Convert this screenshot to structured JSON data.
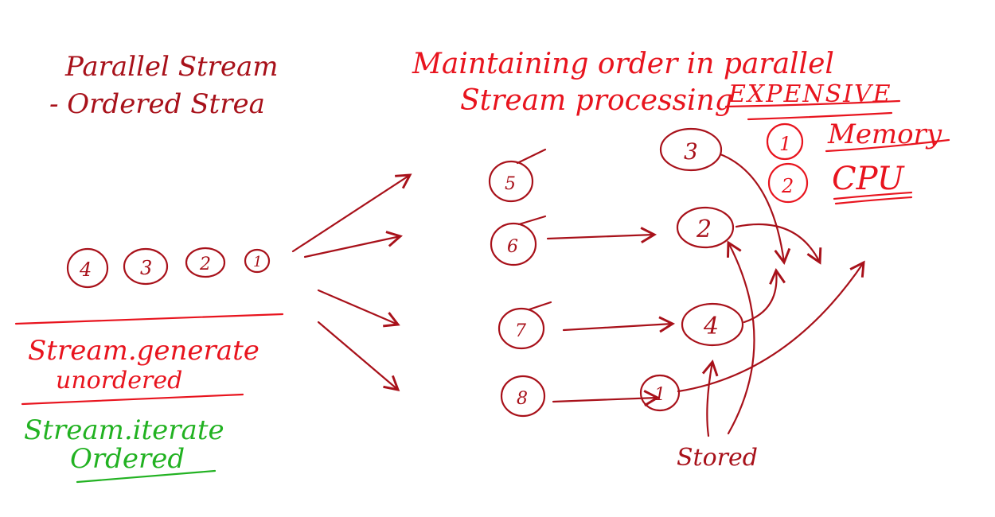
{
  "notes": {
    "top_left_line1": "Parallel Stream",
    "top_left_line2": "- Ordered Strea",
    "title_line1": "Maintaining order in parallel",
    "title_line2": "Stream processing",
    "expensive": "EXPENSIVE",
    "cost1_num": "1",
    "cost1_label": "Memory",
    "cost2_num": "2",
    "cost2_label": "CPU",
    "generate_line1": "Stream.generate",
    "generate_line2": "unordered",
    "iterate_line1": "Stream.iterate",
    "iterate_line2": "Ordered",
    "stored_label": "Stored"
  },
  "input_elements": [
    "4",
    "3",
    "2",
    "1"
  ],
  "worker_elements": [
    "5",
    "6",
    "7",
    "8"
  ],
  "buffered_elements": [
    "3",
    "2",
    "4",
    "1"
  ],
  "colors": {
    "dark_red_ink": "#a8111a",
    "red_ink": "#e8141e",
    "green_ink": "#22b222"
  }
}
